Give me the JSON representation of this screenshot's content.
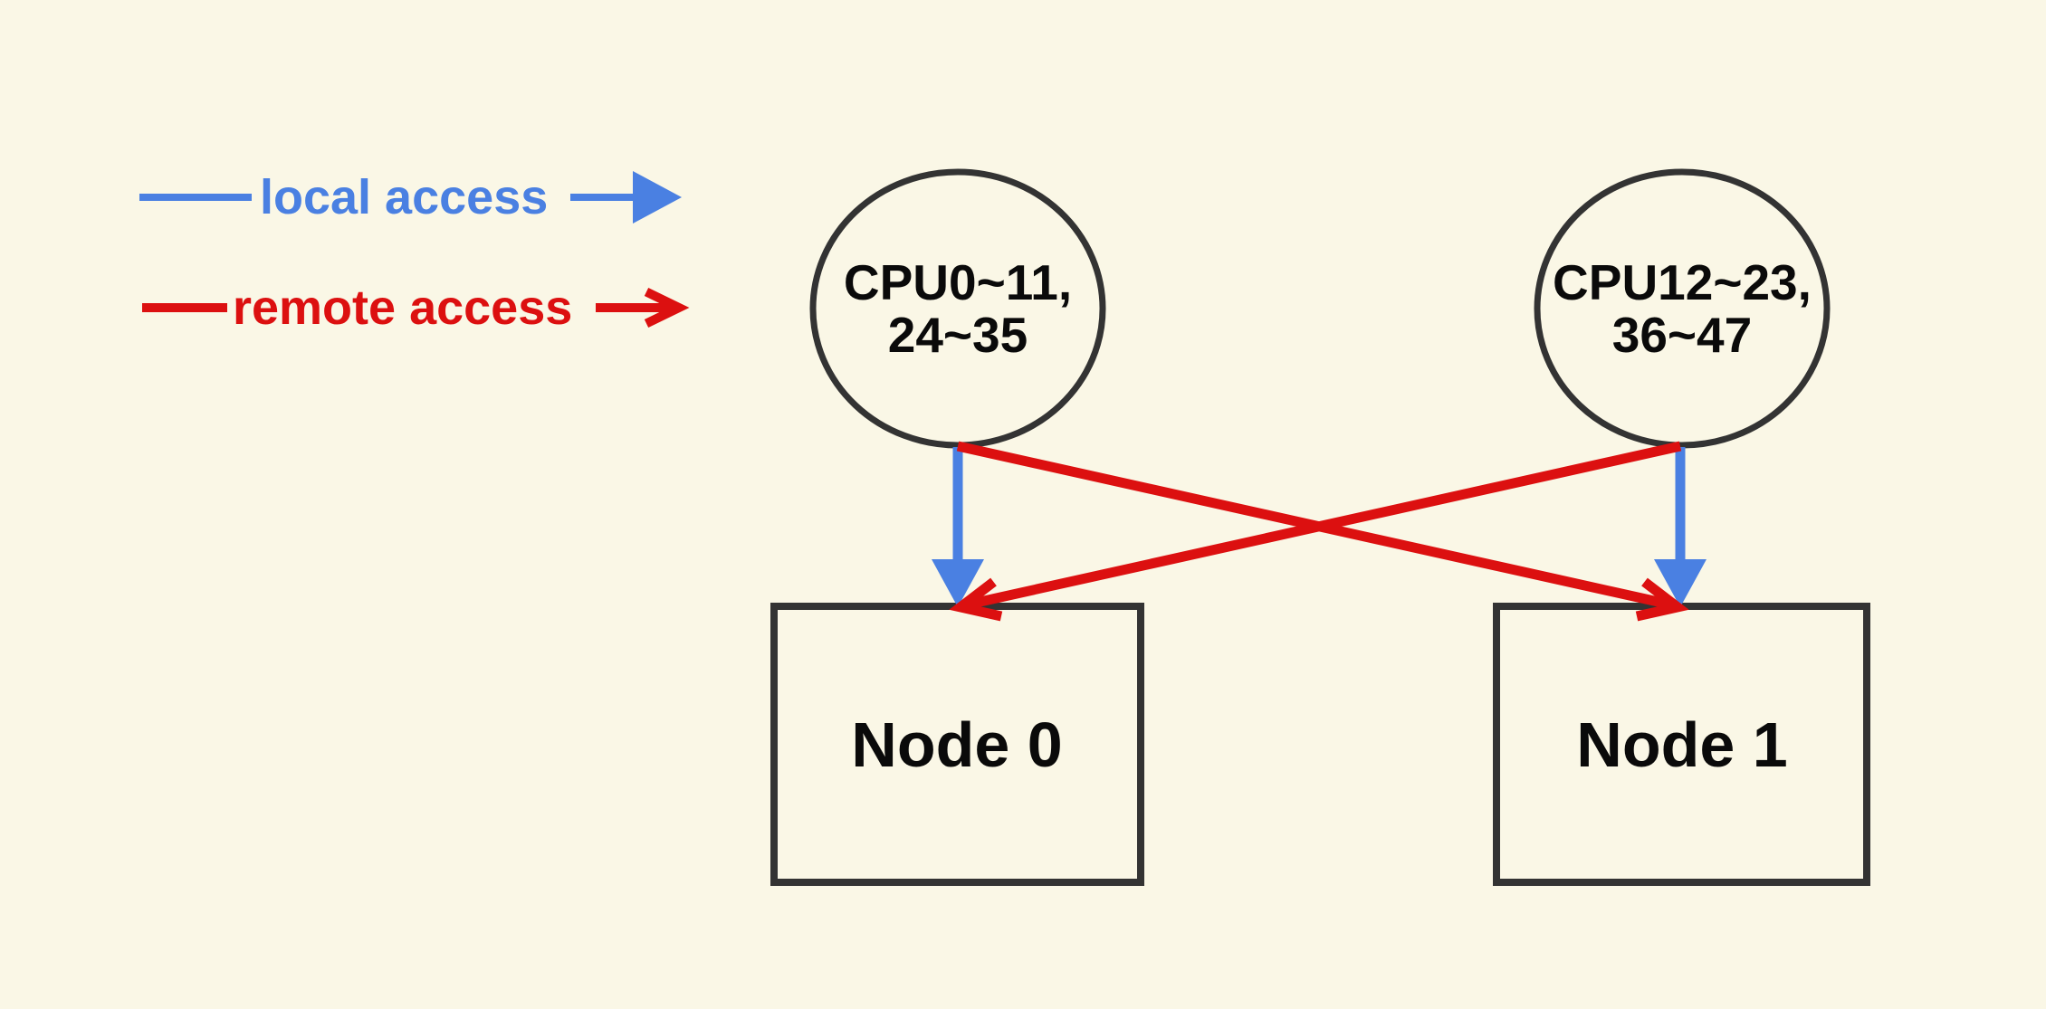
{
  "diagram_type": "numa-topology",
  "colors": {
    "background": "#faf7e6",
    "local_access": "#4a80e2",
    "remote_access": "#dc1010",
    "shape_outline": "#333333",
    "label_text": "#0a0a0a"
  },
  "legend": {
    "items": [
      {
        "id": "local",
        "label": "local access",
        "color": "#4a80e2"
      },
      {
        "id": "remote",
        "label": "remote access",
        "color": "#dc1010"
      }
    ]
  },
  "cpu_groups": [
    {
      "id": "cpu-group-0",
      "lines": [
        "CPU0~11,",
        "24~35"
      ]
    },
    {
      "id": "cpu-group-1",
      "lines": [
        "CPU12~23,",
        "36~47"
      ]
    }
  ],
  "memory_nodes": [
    {
      "id": "node-0",
      "label": "Node 0"
    },
    {
      "id": "node-1",
      "label": "Node 1"
    }
  ],
  "edges": [
    {
      "from": "cpu-group-0",
      "to": "node-0",
      "type": "local"
    },
    {
      "from": "cpu-group-1",
      "to": "node-1",
      "type": "local"
    },
    {
      "from": "cpu-group-0",
      "to": "node-1",
      "type": "remote"
    },
    {
      "from": "cpu-group-1",
      "to": "node-0",
      "type": "remote"
    }
  ]
}
